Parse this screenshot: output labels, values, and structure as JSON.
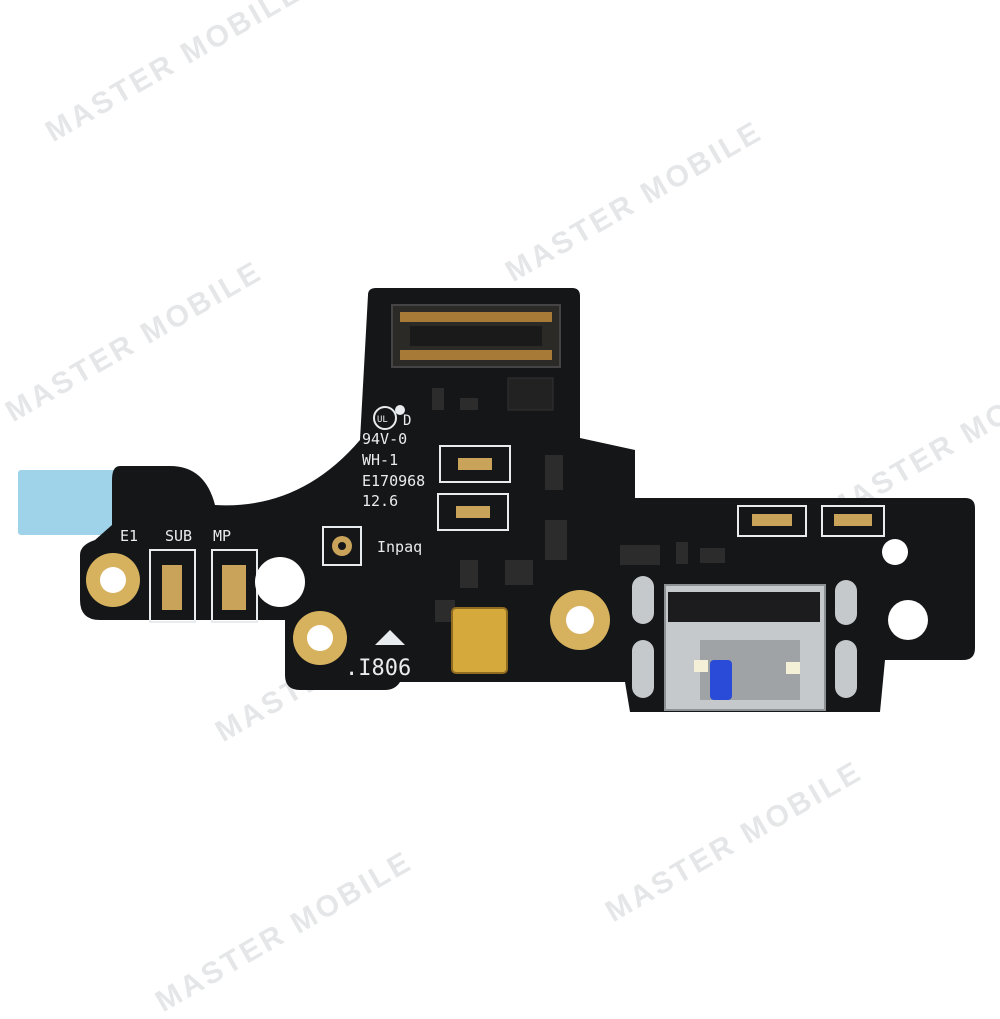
{
  "watermark": {
    "brand": "MASTER MOBILE"
  },
  "board": {
    "silkscreen": {
      "e1": "E1",
      "sub": "SUB",
      "mp": "MP",
      "rating": "94V-0",
      "code_wh": "WH-1",
      "ul_file": "E170968",
      "version": "12.6",
      "maker": "Inpaq",
      "date_code": ".I806",
      "ul_mark": "UL"
    },
    "colors": {
      "pcb": "#151618",
      "silk": "#e9ecef",
      "gold": "#d6b25e",
      "blue_tape": "#9fd3e9",
      "usb_metal": "#c6c9cc",
      "led_blue": "#2a4bd7"
    }
  }
}
